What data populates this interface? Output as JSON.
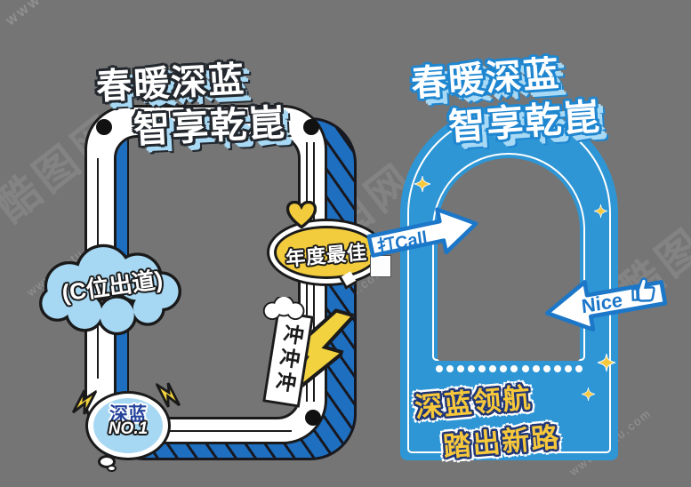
{
  "watermark": {
    "brand": "酷图网",
    "url": "www.ikutu.com",
    "corner": "WWW"
  },
  "left_frame": {
    "title": {
      "line1": "春暖深蓝",
      "line2": "智享乾崑"
    },
    "cloud_sticker": {
      "paren_open": "(",
      "label": "C位出道",
      "paren_close": ")"
    },
    "best_badge": {
      "label": "年度最佳"
    },
    "charge_banner": {
      "label": "冲冲冲"
    },
    "no1_badge": {
      "brand": "深蓝",
      "rank": "NO.1"
    }
  },
  "right_frame": {
    "title": {
      "line1": "春暖深蓝",
      "line2": "智享乾崑"
    },
    "arrow_dacall": {
      "label": "打Call"
    },
    "arrow_nice": {
      "label": "Nice"
    },
    "slogan": {
      "line1": "深蓝领航",
      "line2": "踏出新路"
    }
  },
  "colors": {
    "background": "#757575",
    "royal_blue": "#1E6FC0",
    "sky_blue": "#2E96D5",
    "light_blue": "#A7D8F3",
    "sticker_yellow": "#F2CC3D",
    "slogan_yellow": "#F7C83B",
    "navy_outline": "#1F3576",
    "arrow_blue": "#1C77C9",
    "ink": "#1A1A1A"
  }
}
